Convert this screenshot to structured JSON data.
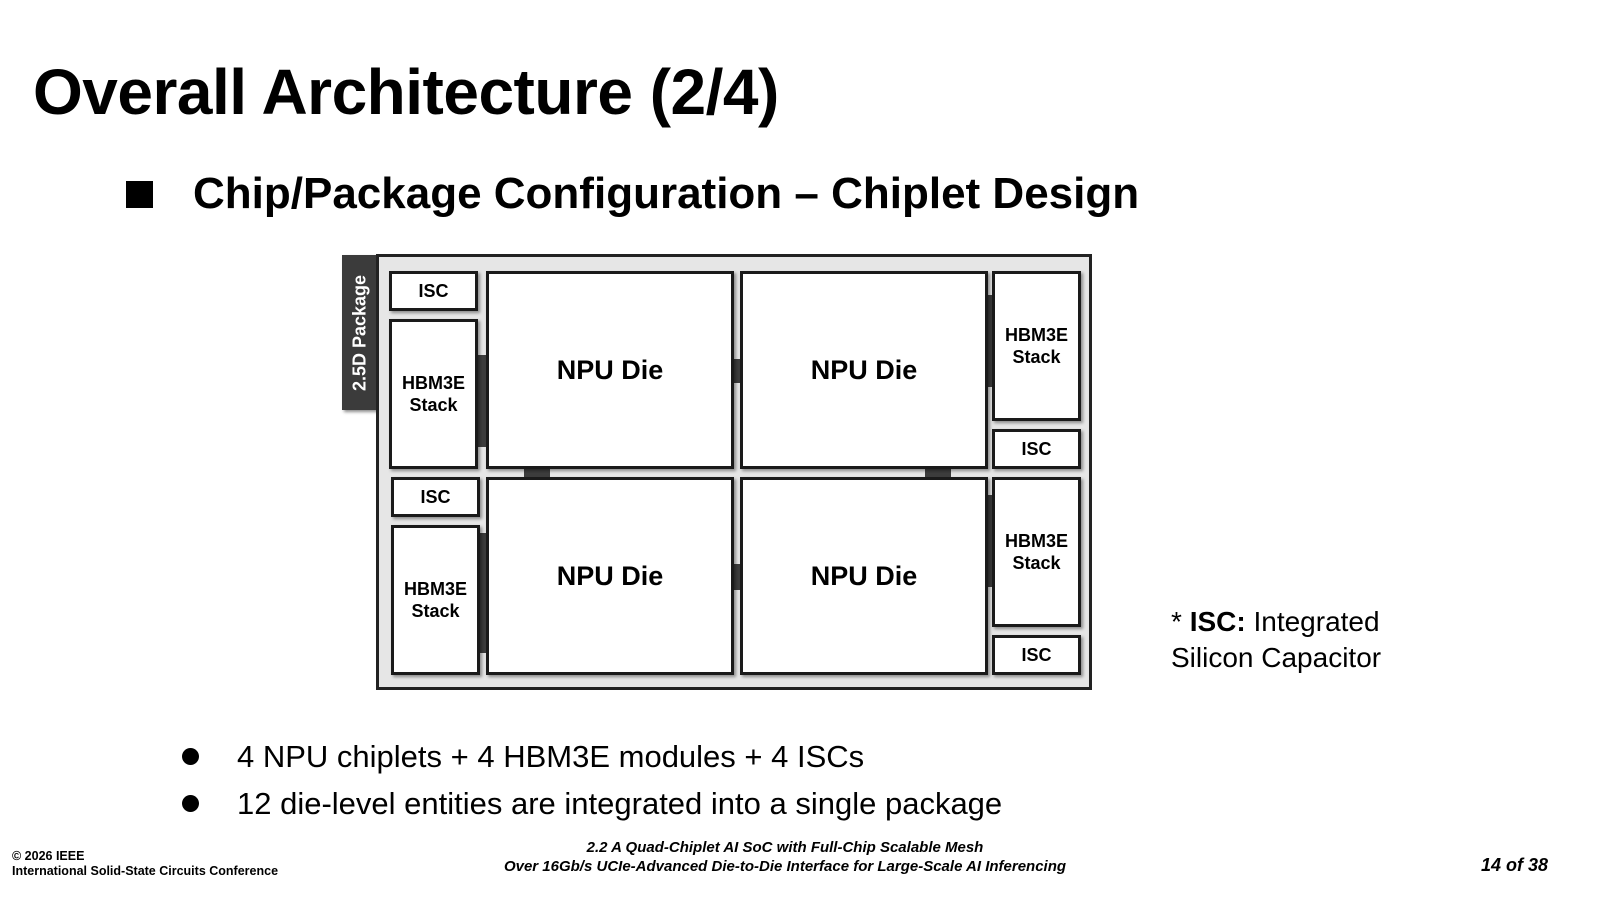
{
  "slide": {
    "title": "Overall Architecture (2/4)",
    "subheading": "Chip/Package Configuration – Chiplet Design"
  },
  "diagram": {
    "package_label": "2.5D Package",
    "npu_dies": [
      "NPU Die",
      "NPU Die",
      "NPU Die",
      "NPU Die"
    ],
    "hbm_label_line1": "HBM3E",
    "hbm_label_line2": "Stack",
    "isc_label": "ISC"
  },
  "note": {
    "prefix": "* ",
    "term": "ISC:",
    "line1_rest": " Integrated",
    "line2": "Silicon Capacitor"
  },
  "bullets": [
    "4 NPU chiplets + 4 HBM3E modules + 4 ISCs",
    "12 die-level entities are integrated into a single package"
  ],
  "footer": {
    "copyright": "© 2026 IEEE",
    "conference": "International Solid-State Circuits Conference",
    "paper_line1": "2.2 A Quad-Chiplet AI SoC with Full-Chip Scalable Mesh",
    "paper_line2": "Over 16Gb/s UCIe-Advanced Die-to-Die Interface for Large-Scale AI Inferencing",
    "page": "14 of 38"
  }
}
